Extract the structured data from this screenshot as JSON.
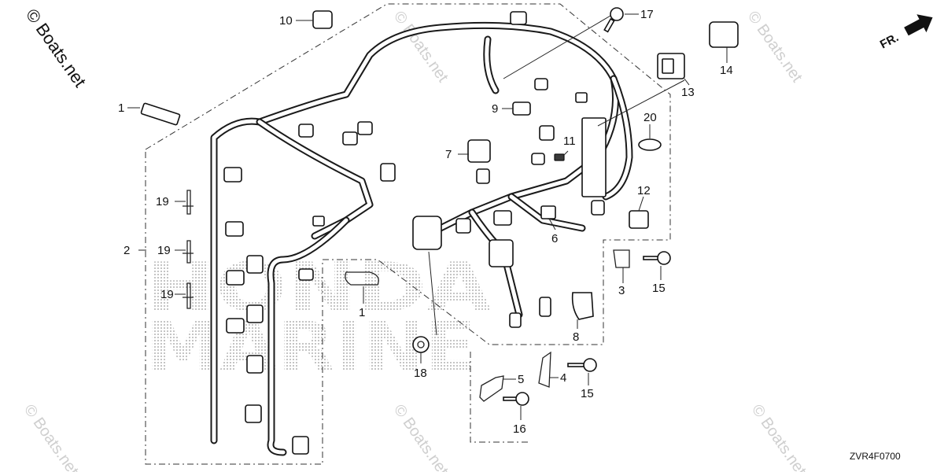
{
  "watermark": {
    "corner_text": "© Boats.net",
    "repeat_text": "© Boats.net",
    "big_text": [
      "HONDA",
      "MARINE"
    ]
  },
  "direction": {
    "label": "FR."
  },
  "diagram_code": "ZVR4F0700",
  "callouts": {
    "c1a": "1",
    "c1b": "1",
    "c2": "2",
    "c3": "3",
    "c4": "4",
    "c5": "5",
    "c6": "6",
    "c7": "7",
    "c8": "8",
    "c9": "9",
    "c10": "10",
    "c11": "11",
    "c12": "12",
    "c13": "13",
    "c14": "14",
    "c15a": "15",
    "c15b": "15",
    "c16": "16",
    "c17": "17",
    "c18": "18",
    "c19a": "19",
    "c19b": "19",
    "c19c": "19",
    "c20": "20"
  },
  "colors": {
    "line": "#1a1a1a",
    "watermark": "#cfcfcf",
    "background": "#ffffff"
  },
  "icons": {
    "direction": "arrow-right-icon"
  }
}
